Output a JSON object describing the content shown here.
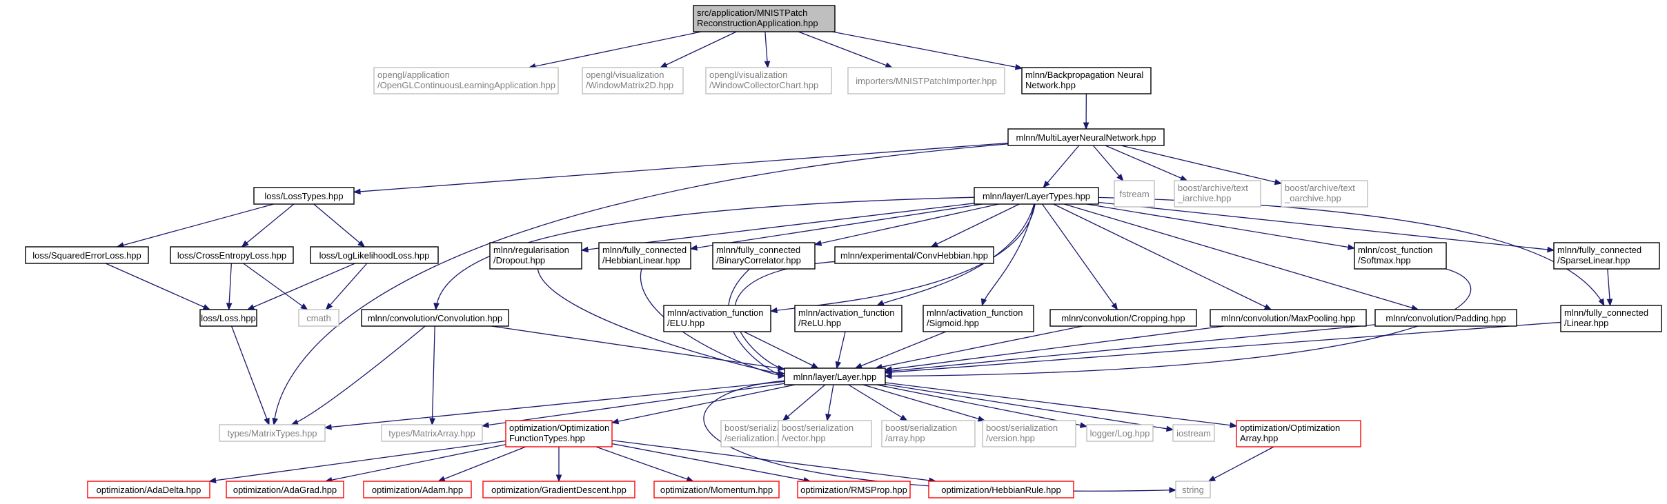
{
  "colors": {
    "edge": "#191970",
    "border_documented": "#000000",
    "border_external": "#bfbfbf",
    "border_undocumented": "#ff0000",
    "root_fill": "#bfbfbf"
  },
  "nodes": {
    "root": {
      "lines": [
        "src/application/MNISTPatch",
        "ReconstructionApplication.hpp"
      ],
      "style": "root"
    },
    "ogl_app": {
      "lines": [
        "opengl/application",
        "/OpenGLContinuousLearningApplication.hpp"
      ],
      "style": "gray"
    },
    "wm2d": {
      "lines": [
        "opengl/visualization",
        "/WindowMatrix2D.hpp"
      ],
      "style": "gray"
    },
    "wcc": {
      "lines": [
        "opengl/visualization",
        "/WindowCollectorChart.hpp"
      ],
      "style": "gray"
    },
    "importer": {
      "lines": [
        "importers/MNISTPatchImporter.hpp"
      ],
      "style": "gray"
    },
    "bpnn": {
      "lines": [
        "mlnn/Backpropagation Neural",
        "Network.hpp"
      ],
      "style": "black"
    },
    "mlnn": {
      "lines": [
        "mlnn/MultiLayerNeuralNetwork.hpp"
      ],
      "style": "black"
    },
    "losstypes": {
      "lines": [
        "loss/LossTypes.hpp"
      ],
      "style": "black"
    },
    "layertypes": {
      "lines": [
        "mlnn/layer/LayerTypes.hpp"
      ],
      "style": "black"
    },
    "fstream": {
      "lines": [
        "fstream"
      ],
      "style": "gray"
    },
    "text_iarchive": {
      "lines": [
        "boost/archive/text",
        "_iarchive.hpp"
      ],
      "style": "gray"
    },
    "text_oarchive": {
      "lines": [
        "boost/archive/text",
        "_oarchive.hpp"
      ],
      "style": "gray"
    },
    "sqerr": {
      "lines": [
        "loss/SquaredErrorLoss.hpp"
      ],
      "style": "black"
    },
    "crossent": {
      "lines": [
        "loss/CrossEntropyLoss.hpp"
      ],
      "style": "black"
    },
    "loglik": {
      "lines": [
        "loss/LogLikelihoodLoss.hpp"
      ],
      "style": "black"
    },
    "dropout": {
      "lines": [
        "mlnn/regularisation",
        "/Dropout.hpp"
      ],
      "style": "black"
    },
    "hebblin": {
      "lines": [
        "mlnn/fully_connected",
        "/HebbianLinear.hpp"
      ],
      "style": "black"
    },
    "bincorr": {
      "lines": [
        "mlnn/fully_connected",
        "/BinaryCorrelator.hpp"
      ],
      "style": "black"
    },
    "convhebb": {
      "lines": [
        "mlnn/experimental/ConvHebbian.hpp"
      ],
      "style": "black"
    },
    "softmax": {
      "lines": [
        "mlnn/cost_function",
        "/Softmax.hpp"
      ],
      "style": "black"
    },
    "sparselin": {
      "lines": [
        "mlnn/fully_connected",
        "/SparseLinear.hpp"
      ],
      "style": "black"
    },
    "loss": {
      "lines": [
        "loss/Loss.hpp"
      ],
      "style": "black"
    },
    "cmath": {
      "lines": [
        "cmath"
      ],
      "style": "gray"
    },
    "conv": {
      "lines": [
        "mlnn/convolution/Convolution.hpp"
      ],
      "style": "black"
    },
    "elu": {
      "lines": [
        "mlnn/activation_function",
        "/ELU.hpp"
      ],
      "style": "black"
    },
    "relu": {
      "lines": [
        "mlnn/activation_function",
        "/ReLU.hpp"
      ],
      "style": "black"
    },
    "sigmoid": {
      "lines": [
        "mlnn/activation_function",
        "/Sigmoid.hpp"
      ],
      "style": "black"
    },
    "cropping": {
      "lines": [
        "mlnn/convolution/Cropping.hpp"
      ],
      "style": "black"
    },
    "maxpool": {
      "lines": [
        "mlnn/convolution/MaxPooling.hpp"
      ],
      "style": "black"
    },
    "padding": {
      "lines": [
        "mlnn/convolution/Padding.hpp"
      ],
      "style": "black"
    },
    "linear": {
      "lines": [
        "mlnn/fully_connected",
        "/Linear.hpp"
      ],
      "style": "black"
    },
    "layer": {
      "lines": [
        "mlnn/layer/Layer.hpp"
      ],
      "style": "black"
    },
    "matrixtypes": {
      "lines": [
        "types/MatrixTypes.hpp"
      ],
      "style": "gray"
    },
    "matrixarray": {
      "lines": [
        "types/MatrixArray.hpp"
      ],
      "style": "gray"
    },
    "optfunctypes": {
      "lines": [
        "optimization/Optimization",
        "FunctionTypes.hpp"
      ],
      "style": "red"
    },
    "bs_serial": {
      "lines": [
        "boost/serialization",
        "/serialization.hpp"
      ],
      "style": "gray"
    },
    "bs_vector": {
      "lines": [
        "boost/serialization",
        "/vector.hpp"
      ],
      "style": "gray"
    },
    "bs_array": {
      "lines": [
        "boost/serialization",
        "/array.hpp"
      ],
      "style": "gray"
    },
    "bs_version": {
      "lines": [
        "boost/serialization",
        "/version.hpp"
      ],
      "style": "gray"
    },
    "log": {
      "lines": [
        "logger/Log.hpp"
      ],
      "style": "gray"
    },
    "iostream": {
      "lines": [
        "iostream"
      ],
      "style": "gray"
    },
    "optarray": {
      "lines": [
        "optimization/Optimization",
        "Array.hpp"
      ],
      "style": "red"
    },
    "adadelta": {
      "lines": [
        "optimization/AdaDelta.hpp"
      ],
      "style": "red"
    },
    "adagrad": {
      "lines": [
        "optimization/AdaGrad.hpp"
      ],
      "style": "red"
    },
    "adam": {
      "lines": [
        "optimization/Adam.hpp"
      ],
      "style": "red"
    },
    "graddesc": {
      "lines": [
        "optimization/GradientDescent.hpp"
      ],
      "style": "red"
    },
    "momentum": {
      "lines": [
        "optimization/Momentum.hpp"
      ],
      "style": "red"
    },
    "rmsprop": {
      "lines": [
        "optimization/RMSProp.hpp"
      ],
      "style": "red"
    },
    "hebbrule": {
      "lines": [
        "optimization/HebbianRule.hpp"
      ],
      "style": "red"
    },
    "string": {
      "lines": [
        "string"
      ],
      "style": "gray"
    }
  },
  "edges": [
    [
      "root",
      "ogl_app"
    ],
    [
      "root",
      "wm2d"
    ],
    [
      "root",
      "wcc"
    ],
    [
      "root",
      "importer"
    ],
    [
      "root",
      "bpnn"
    ],
    [
      "bpnn",
      "mlnn"
    ],
    [
      "mlnn",
      "losstypes"
    ],
    [
      "mlnn",
      "layertypes"
    ],
    [
      "mlnn",
      "fstream"
    ],
    [
      "mlnn",
      "text_iarchive"
    ],
    [
      "mlnn",
      "text_oarchive"
    ],
    [
      "mlnn",
      "matrixtypes"
    ],
    [
      "losstypes",
      "sqerr"
    ],
    [
      "losstypes",
      "crossent"
    ],
    [
      "losstypes",
      "loglik"
    ],
    [
      "sqerr",
      "loss"
    ],
    [
      "crossent",
      "loss"
    ],
    [
      "crossent",
      "cmath"
    ],
    [
      "loglik",
      "loss"
    ],
    [
      "loglik",
      "cmath"
    ],
    [
      "loss",
      "matrixtypes"
    ],
    [
      "layertypes",
      "conv"
    ],
    [
      "layertypes",
      "dropout"
    ],
    [
      "layertypes",
      "hebblin"
    ],
    [
      "layertypes",
      "bincorr"
    ],
    [
      "layertypes",
      "convhebb"
    ],
    [
      "layertypes",
      "elu"
    ],
    [
      "layertypes",
      "relu"
    ],
    [
      "layertypes",
      "sigmoid"
    ],
    [
      "layertypes",
      "cropping"
    ],
    [
      "layertypes",
      "maxpool"
    ],
    [
      "layertypes",
      "padding"
    ],
    [
      "layertypes",
      "softmax"
    ],
    [
      "layertypes",
      "linear"
    ],
    [
      "layertypes",
      "sparselin"
    ],
    [
      "sparselin",
      "linear"
    ],
    [
      "conv",
      "layer"
    ],
    [
      "conv",
      "matrixtypes"
    ],
    [
      "conv",
      "matrixarray"
    ],
    [
      "dropout",
      "layer"
    ],
    [
      "hebblin",
      "layer"
    ],
    [
      "bincorr",
      "layer"
    ],
    [
      "convhebb",
      "layer"
    ],
    [
      "elu",
      "layer"
    ],
    [
      "relu",
      "layer"
    ],
    [
      "sigmoid",
      "layer"
    ],
    [
      "cropping",
      "layer"
    ],
    [
      "maxpool",
      "layer"
    ],
    [
      "padding",
      "layer"
    ],
    [
      "softmax",
      "layer"
    ],
    [
      "linear",
      "layer"
    ],
    [
      "layer",
      "matrixtypes"
    ],
    [
      "layer",
      "matrixarray"
    ],
    [
      "layer",
      "optfunctypes"
    ],
    [
      "layer",
      "bs_serial"
    ],
    [
      "layer",
      "bs_vector"
    ],
    [
      "layer",
      "bs_array"
    ],
    [
      "layer",
      "bs_version"
    ],
    [
      "layer",
      "log"
    ],
    [
      "layer",
      "iostream"
    ],
    [
      "layer",
      "optarray"
    ],
    [
      "layer",
      "string"
    ],
    [
      "optfunctypes",
      "adadelta"
    ],
    [
      "optfunctypes",
      "adagrad"
    ],
    [
      "optfunctypes",
      "adam"
    ],
    [
      "optfunctypes",
      "graddesc"
    ],
    [
      "optfunctypes",
      "momentum"
    ],
    [
      "optfunctypes",
      "rmsprop"
    ],
    [
      "optfunctypes",
      "hebbrule"
    ],
    [
      "optarray",
      "string"
    ]
  ]
}
